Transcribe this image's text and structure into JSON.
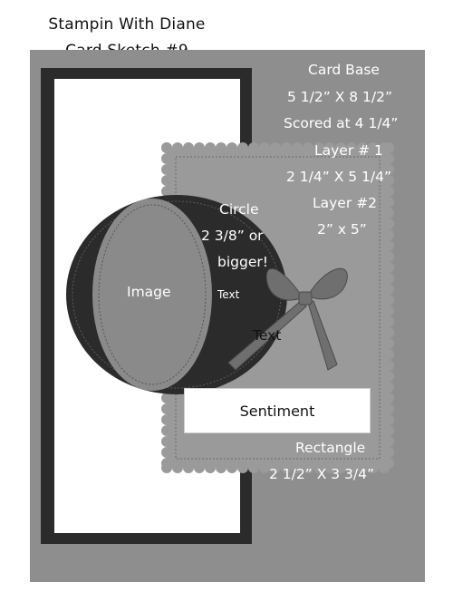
{
  "header": {
    "line1": "Stampin With Diane",
    "line2": "Card Sketch #9"
  },
  "card_base": {
    "label": "Card Base",
    "size": "5 1/2” X 8 1/2”",
    "score": "Scored at 4 1/4”"
  },
  "layer1": {
    "label": "Layer # 1",
    "size": "2 1/4” X 5 1/4”"
  },
  "layer2": {
    "label": "Layer #2",
    "size": "2” x 5”"
  },
  "circle": {
    "label": "Circle",
    "size": "2 3/8” or",
    "note": "bigger!",
    "text_small": "Text"
  },
  "image_label": "Image",
  "ribbon_text": "Text",
  "sentiment": "Sentiment",
  "rectangle": {
    "label": "Rectangle",
    "size": "2 1/2” X 3 3/4”"
  },
  "colors": {
    "card_base": "#8e8e8e",
    "dark_layer": "#2b2b2b",
    "white_layer": "#ffffff",
    "scallop": "#9a9a9a",
    "oval": "#8a8a8a",
    "ribbon": "#6f6f6f"
  }
}
